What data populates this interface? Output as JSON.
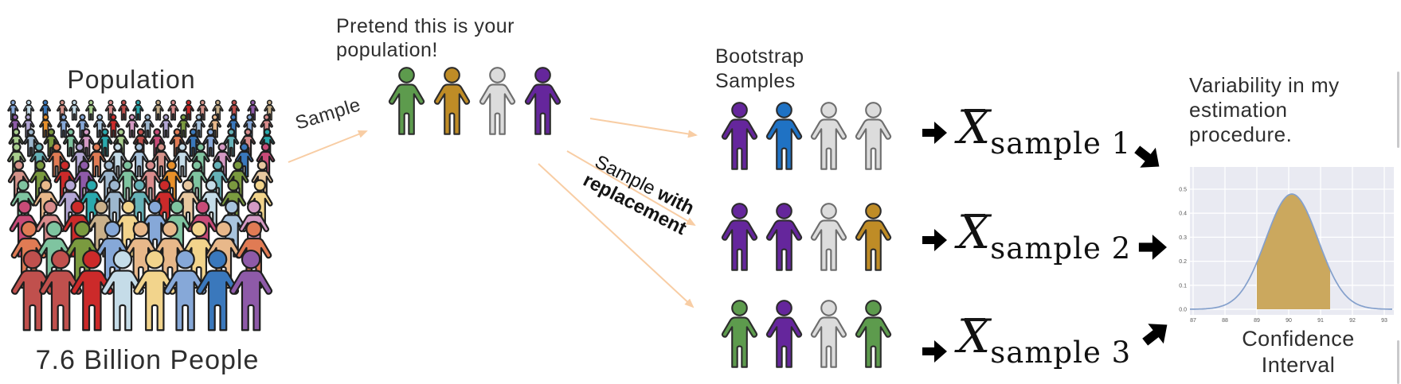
{
  "population": {
    "title": "Population",
    "caption": "7.6 Billion People",
    "crowd_palette": [
      "#c0504d",
      "#d98c8c",
      "#e8b88a",
      "#f2d48c",
      "#a9cf8e",
      "#7fc4a0",
      "#66b2b8",
      "#86a8d8",
      "#b3a6d4",
      "#d49ac4",
      "#e07b54",
      "#cc2a2a",
      "#3a78bc",
      "#a8c4de",
      "#7a9a3f",
      "#e8902a",
      "#2aa9ad",
      "#8e5aa8",
      "#c84b78",
      "#c9b08a",
      "#9db7ce",
      "#d6938a",
      "#e8c8a0",
      "#c5dce8"
    ],
    "crowd_rows": [
      {
        "n": 17,
        "h": 26,
        "feet": 34
      },
      {
        "n": 16,
        "h": 30,
        "feet": 56
      },
      {
        "n": 15,
        "h": 36,
        "feet": 80
      },
      {
        "n": 13,
        "h": 44,
        "feet": 106
      },
      {
        "n": 12,
        "h": 52,
        "feet": 136
      },
      {
        "n": 11,
        "h": 62,
        "feet": 170
      },
      {
        "n": 10,
        "h": 74,
        "feet": 208
      },
      {
        "n": 9,
        "h": 88,
        "feet": 248
      },
      {
        "n": 8,
        "h": 106,
        "feet": 302
      }
    ]
  },
  "sample_label": "Sample",
  "pretend": {
    "line1": "Pretend this is your",
    "line2": "population!",
    "people": [
      "green",
      "gold",
      "gray",
      "purple"
    ]
  },
  "swr": {
    "word1": "Sample",
    "word2": "with",
    "line2": "replacement"
  },
  "bootstrap": {
    "title_line1": "Bootstrap",
    "title_line2": "Samples",
    "rows": [
      {
        "people": [
          "purple",
          "blue",
          "gray",
          "gray"
        ],
        "stat": "X̄",
        "sub": "sample 1"
      },
      {
        "people": [
          "purple",
          "purple",
          "gray",
          "gold"
        ],
        "stat": "X̄",
        "sub": "sample 2"
      },
      {
        "people": [
          "green",
          "purple",
          "gray",
          "green"
        ],
        "stat": "X̄",
        "sub": "sample 3"
      }
    ]
  },
  "person_colors": {
    "green": {
      "fill": "#5d9b4d",
      "stroke": "#2c2c2c"
    },
    "gold": {
      "fill": "#bf8c26",
      "stroke": "#2c2c2c"
    },
    "gray": {
      "fill": "#dcdcdc",
      "stroke": "#6e6e6e"
    },
    "purple": {
      "fill": "#65269c",
      "stroke": "#2c2c2c"
    },
    "blue": {
      "fill": "#1f72c4",
      "stroke": "#2c2c2c"
    }
  },
  "arrow_color": "#f8cda4",
  "right_panel": {
    "line1": "Variability in my",
    "line2": "estimation",
    "line3": "procedure.",
    "conf_line1": "Confidence",
    "conf_line2": "Interval"
  },
  "chart_data": {
    "type": "area",
    "title": "",
    "xlabel": "",
    "ylabel": "",
    "description": "Bootstrap sampling distribution of the sample mean; gold shaded region is the confidence interval",
    "distribution": "normal",
    "mean": 90.1,
    "sd": 0.82,
    "peak": 0.48,
    "series": [
      {
        "name": "density",
        "x": [
          87,
          87.5,
          88,
          88.5,
          89,
          89.5,
          90,
          90.5,
          91,
          91.5,
          92,
          92.5,
          93
        ],
        "y": [
          0.0,
          0.003,
          0.018,
          0.071,
          0.195,
          0.367,
          0.476,
          0.426,
          0.263,
          0.112,
          0.033,
          0.007,
          0.001
        ]
      }
    ],
    "shade": [
      89.0,
      91.3
    ],
    "xticks": [
      "87",
      "88",
      "89",
      "90",
      "91",
      "92",
      "93"
    ],
    "yticks": [
      "0.0",
      "0.1",
      "0.2",
      "0.3",
      "0.4",
      "0.5"
    ],
    "xlim": [
      86.85,
      93.3
    ],
    "ylim": [
      0,
      0.6
    ],
    "grid": true,
    "legend": false,
    "plot_bg": "#e9eaf2",
    "grid_color": "#ffffff",
    "line_color": "#84a0cc",
    "shade_color": "#cba85e",
    "tick_color": "#555555"
  }
}
